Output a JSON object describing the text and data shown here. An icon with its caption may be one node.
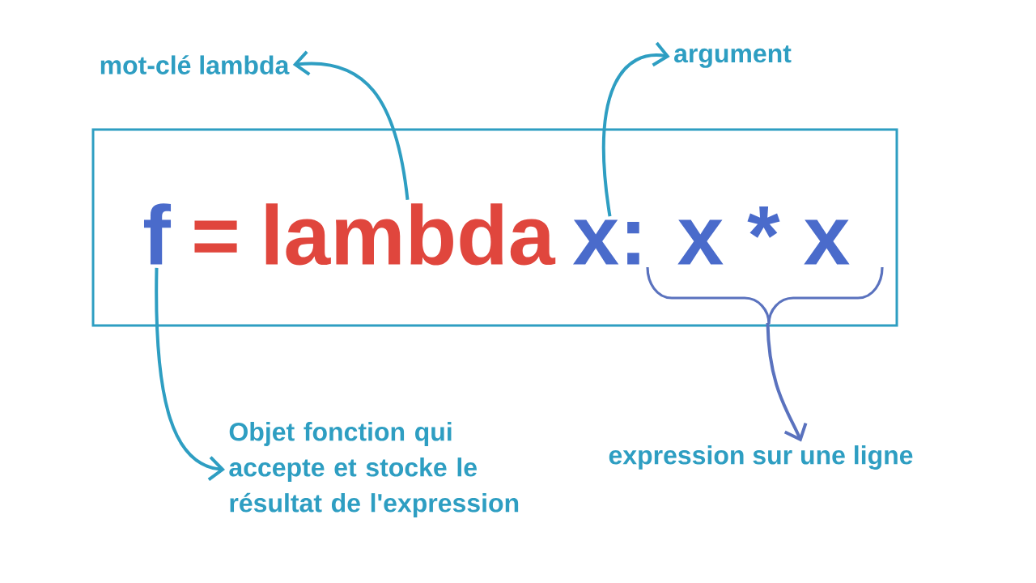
{
  "diagram": {
    "nodes": [
      {
        "text": [],
        "shape": "box"
      },
      {
        "text": [
          "f"
        ],
        "in": 0
      },
      {
        "text": [
          "="
        ],
        "in": 0
      },
      {
        "text": [
          "lambda"
        ],
        "in": 0
      },
      {
        "text": [
          "x:"
        ],
        "in": 0
      },
      {
        "text": [
          "x * x"
        ],
        "in": 0
      },
      {
        "text": [
          "mot-clé lambda"
        ]
      },
      {
        "text": [
          "argument"
        ]
      },
      {
        "text": [
          "Objet fonction qui accepte et stocke le résultat de l'expression"
        ]
      },
      {
        "text": [
          "expression sur une ligne"
        ]
      }
    ],
    "edges": [
      {
        "from": 3,
        "to": 6,
        "arrow": "to"
      },
      {
        "from": 4,
        "to": 7,
        "arrow": "to"
      },
      {
        "from": 1,
        "to": 8,
        "arrow": "to"
      },
      {
        "from": 5,
        "to": 9,
        "arrow": "to",
        "color": "#5a72be"
      }
    ]
  }
}
